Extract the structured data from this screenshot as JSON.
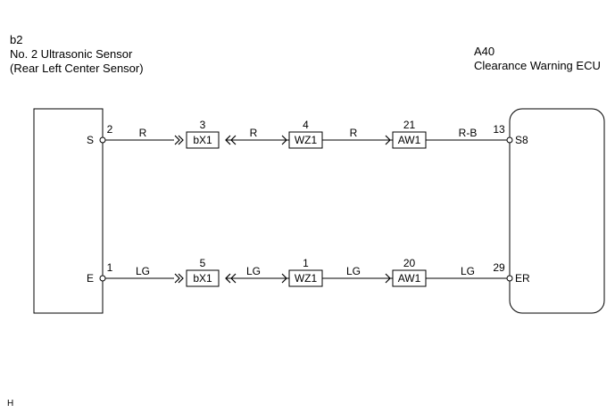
{
  "left_component": {
    "code": "b2",
    "name": "No. 2 Ultrasonic Sensor",
    "subname": "(Rear Left Center Sensor)"
  },
  "right_component": {
    "code": "A40",
    "name": "Clearance Warning ECU"
  },
  "circuits": [
    {
      "left_pin_name": "S",
      "left_pin_no": "2",
      "segments": [
        {
          "wire": "R",
          "connector": "bX1",
          "pin": "3"
        },
        {
          "wire": "R",
          "connector": "WZ1",
          "pin": "4"
        },
        {
          "wire": "R",
          "connector": "AW1",
          "pin": "21"
        }
      ],
      "last_wire": "R-B",
      "right_pin_no": "13",
      "right_pin_name": "S8"
    },
    {
      "left_pin_name": "E",
      "left_pin_no": "1",
      "segments": [
        {
          "wire": "LG",
          "connector": "bX1",
          "pin": "5"
        },
        {
          "wire": "LG",
          "connector": "WZ1",
          "pin": "1"
        },
        {
          "wire": "LG",
          "connector": "AW1",
          "pin": "20"
        }
      ],
      "last_wire": "LG",
      "right_pin_no": "29",
      "right_pin_name": "ER"
    }
  ],
  "footer_code": "H"
}
